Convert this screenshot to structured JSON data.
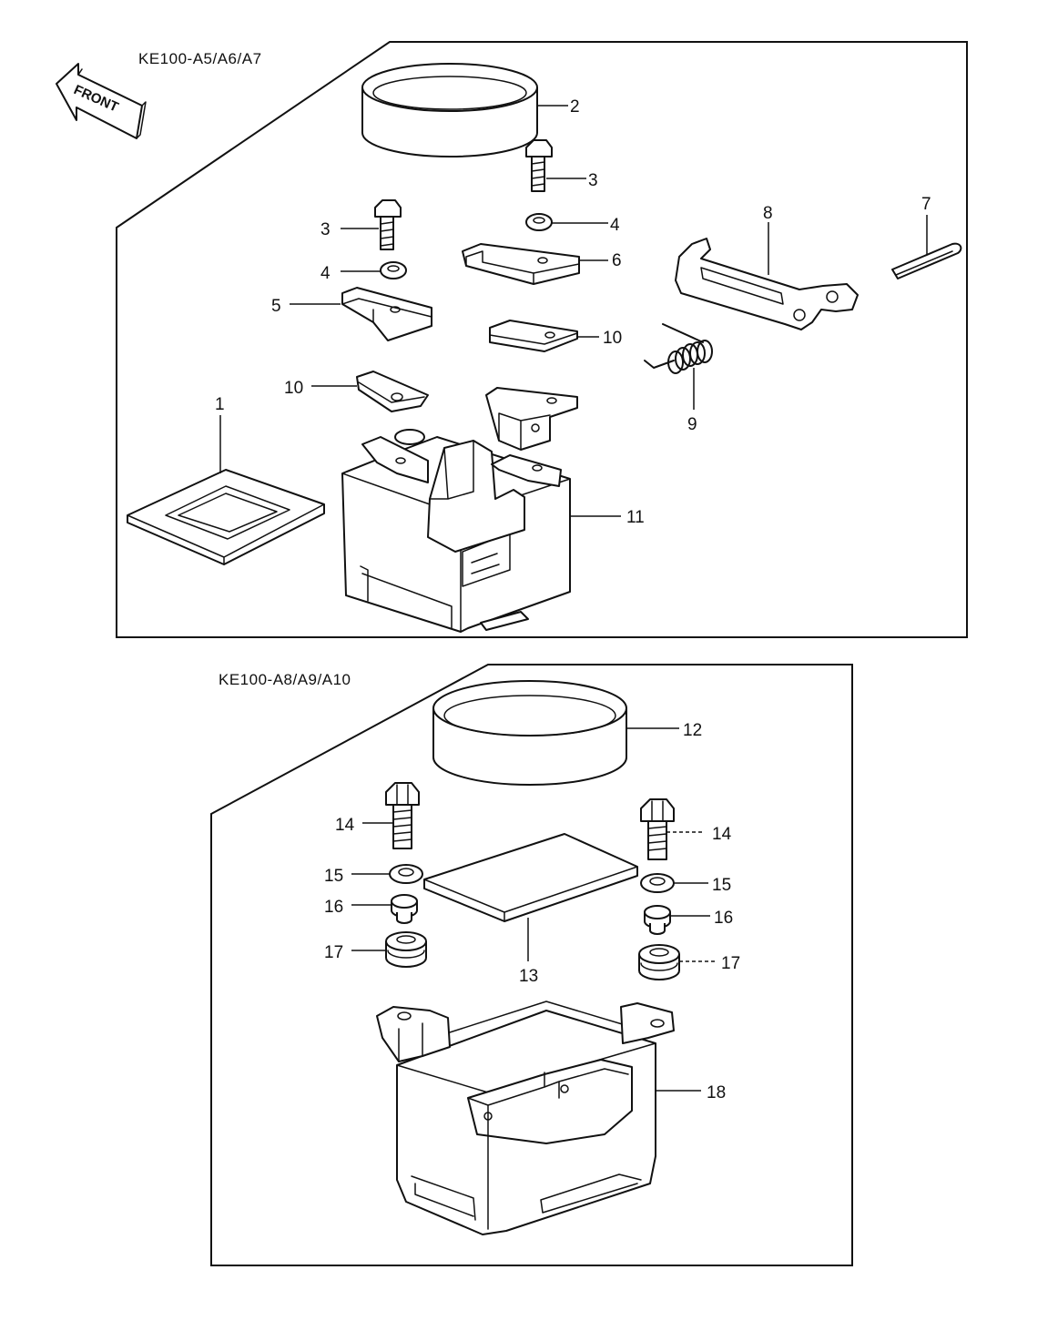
{
  "panel_top": {
    "title": "KE100-A5/A6/A7"
  },
  "panel_bottom": {
    "title": "KE100-A8/A9/A10"
  },
  "front_arrow": {
    "label": "FRONT"
  },
  "callouts": {
    "c1": "1",
    "c2": "2",
    "c3a": "3",
    "c3b": "3",
    "c4a": "4",
    "c4b": "4",
    "c5": "5",
    "c6": "6",
    "c7": "7",
    "c8": "8",
    "c9": "9",
    "c10a": "10",
    "c10b": "10",
    "c11": "11",
    "c12": "12",
    "c13": "13",
    "c14a": "14",
    "c14b": "14",
    "c15a": "15",
    "c15b": "15",
    "c16a": "16",
    "c16b": "16",
    "c17a": "17",
    "c17b": "17",
    "c18": "18"
  }
}
